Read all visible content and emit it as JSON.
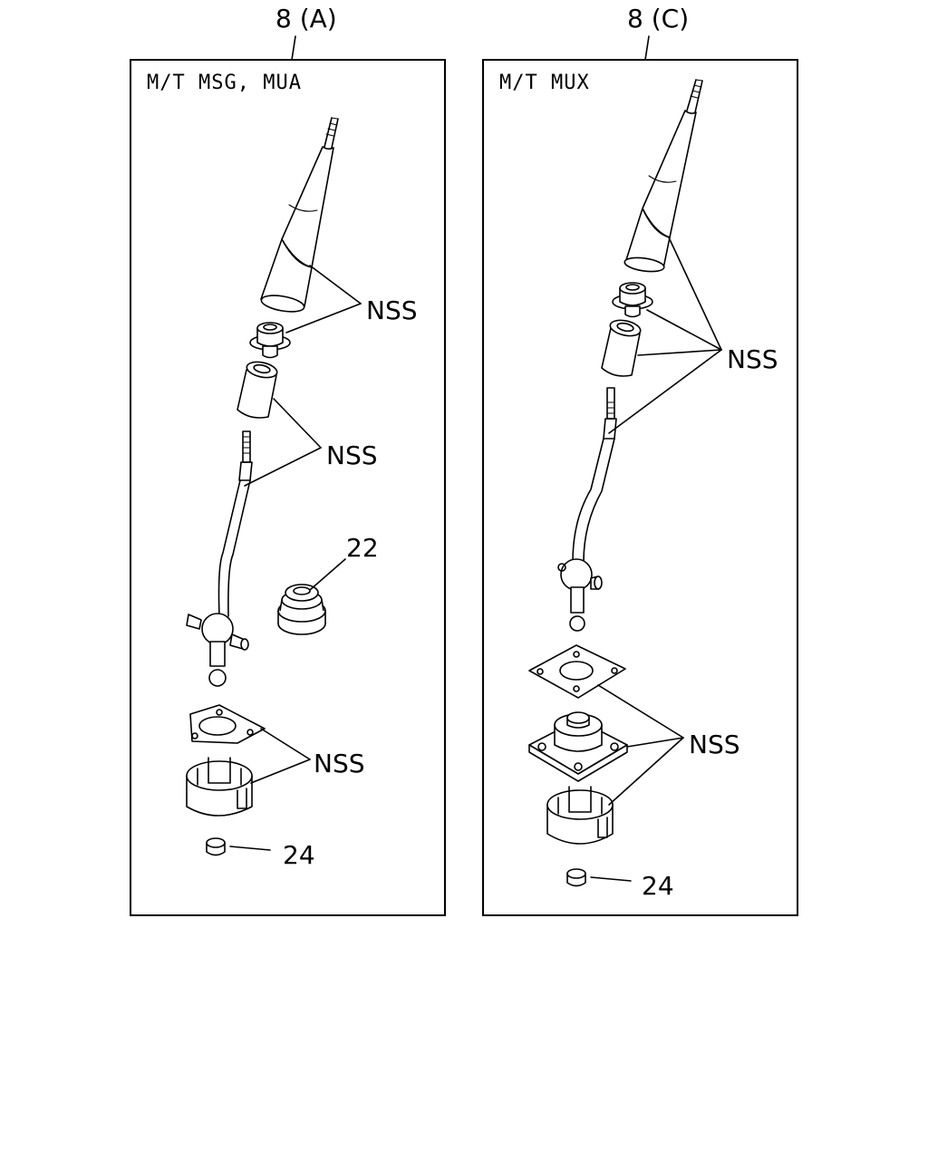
{
  "left_panel": {
    "ref": "8 (A)",
    "title": "M/T  MSG, MUA",
    "callouts": {
      "nss_1": "NSS",
      "nss_2": "NSS",
      "nss_3": "NSS",
      "part_22": "22",
      "part_24": "24"
    }
  },
  "right_panel": {
    "ref": "8 (C)",
    "title": "M/T  MUX",
    "callouts": {
      "nss_1": "NSS",
      "nss_2": "NSS",
      "part_24": "24"
    }
  },
  "colors": {
    "line": "#000000",
    "background": "#ffffff"
  }
}
